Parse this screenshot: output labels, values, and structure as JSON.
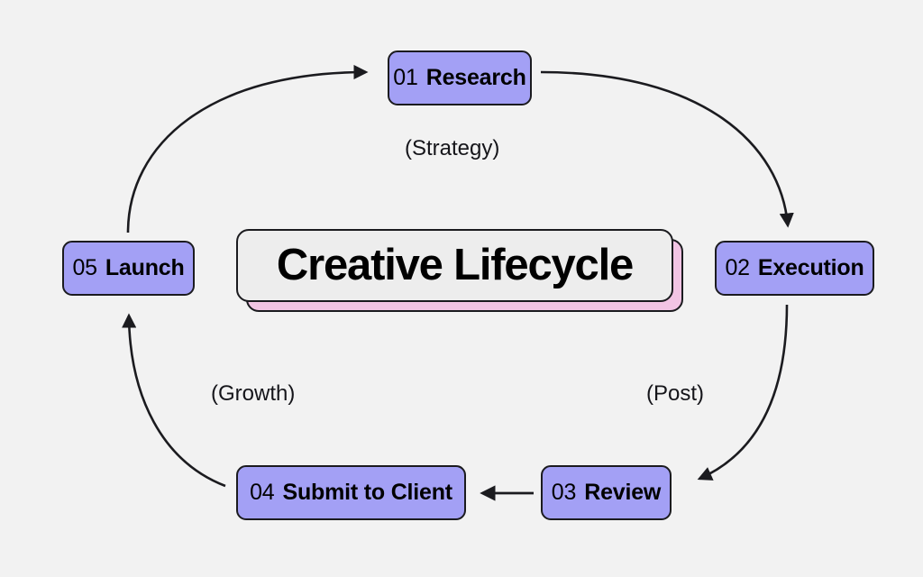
{
  "diagram": {
    "title": "Creative Lifecycle",
    "background_color": "#f2f2f2",
    "node_color": "#a3a0f5",
    "node_border_color": "#1b1b1f",
    "center_card_color": "#ededed",
    "center_shadow_color": "#f2c4e4",
    "arrow_color": "#1b1b1f",
    "nodes": [
      {
        "num": "01",
        "label": "Research",
        "position": "top"
      },
      {
        "num": "02",
        "label": "Execution",
        "position": "right"
      },
      {
        "num": "03",
        "label": "Review",
        "position": "bottom-right"
      },
      {
        "num": "04",
        "label": "Submit to Client",
        "position": "bottom-left"
      },
      {
        "num": "05",
        "label": "Launch",
        "position": "left"
      }
    ],
    "annotations": [
      {
        "text": "(Strategy)",
        "position": "top-center"
      },
      {
        "text": "(Post)",
        "position": "right-lower"
      },
      {
        "text": "(Growth)",
        "position": "left-lower"
      }
    ],
    "flow": [
      {
        "from": "05 Launch",
        "to": "01 Research",
        "style": "curved"
      },
      {
        "from": "01 Research",
        "to": "02 Execution",
        "style": "curved"
      },
      {
        "from": "02 Execution",
        "to": "03 Review",
        "style": "curved"
      },
      {
        "from": "03 Review",
        "to": "04 Submit to Client",
        "style": "straight"
      },
      {
        "from": "04 Submit to Client",
        "to": "05 Launch",
        "style": "curved"
      }
    ]
  }
}
